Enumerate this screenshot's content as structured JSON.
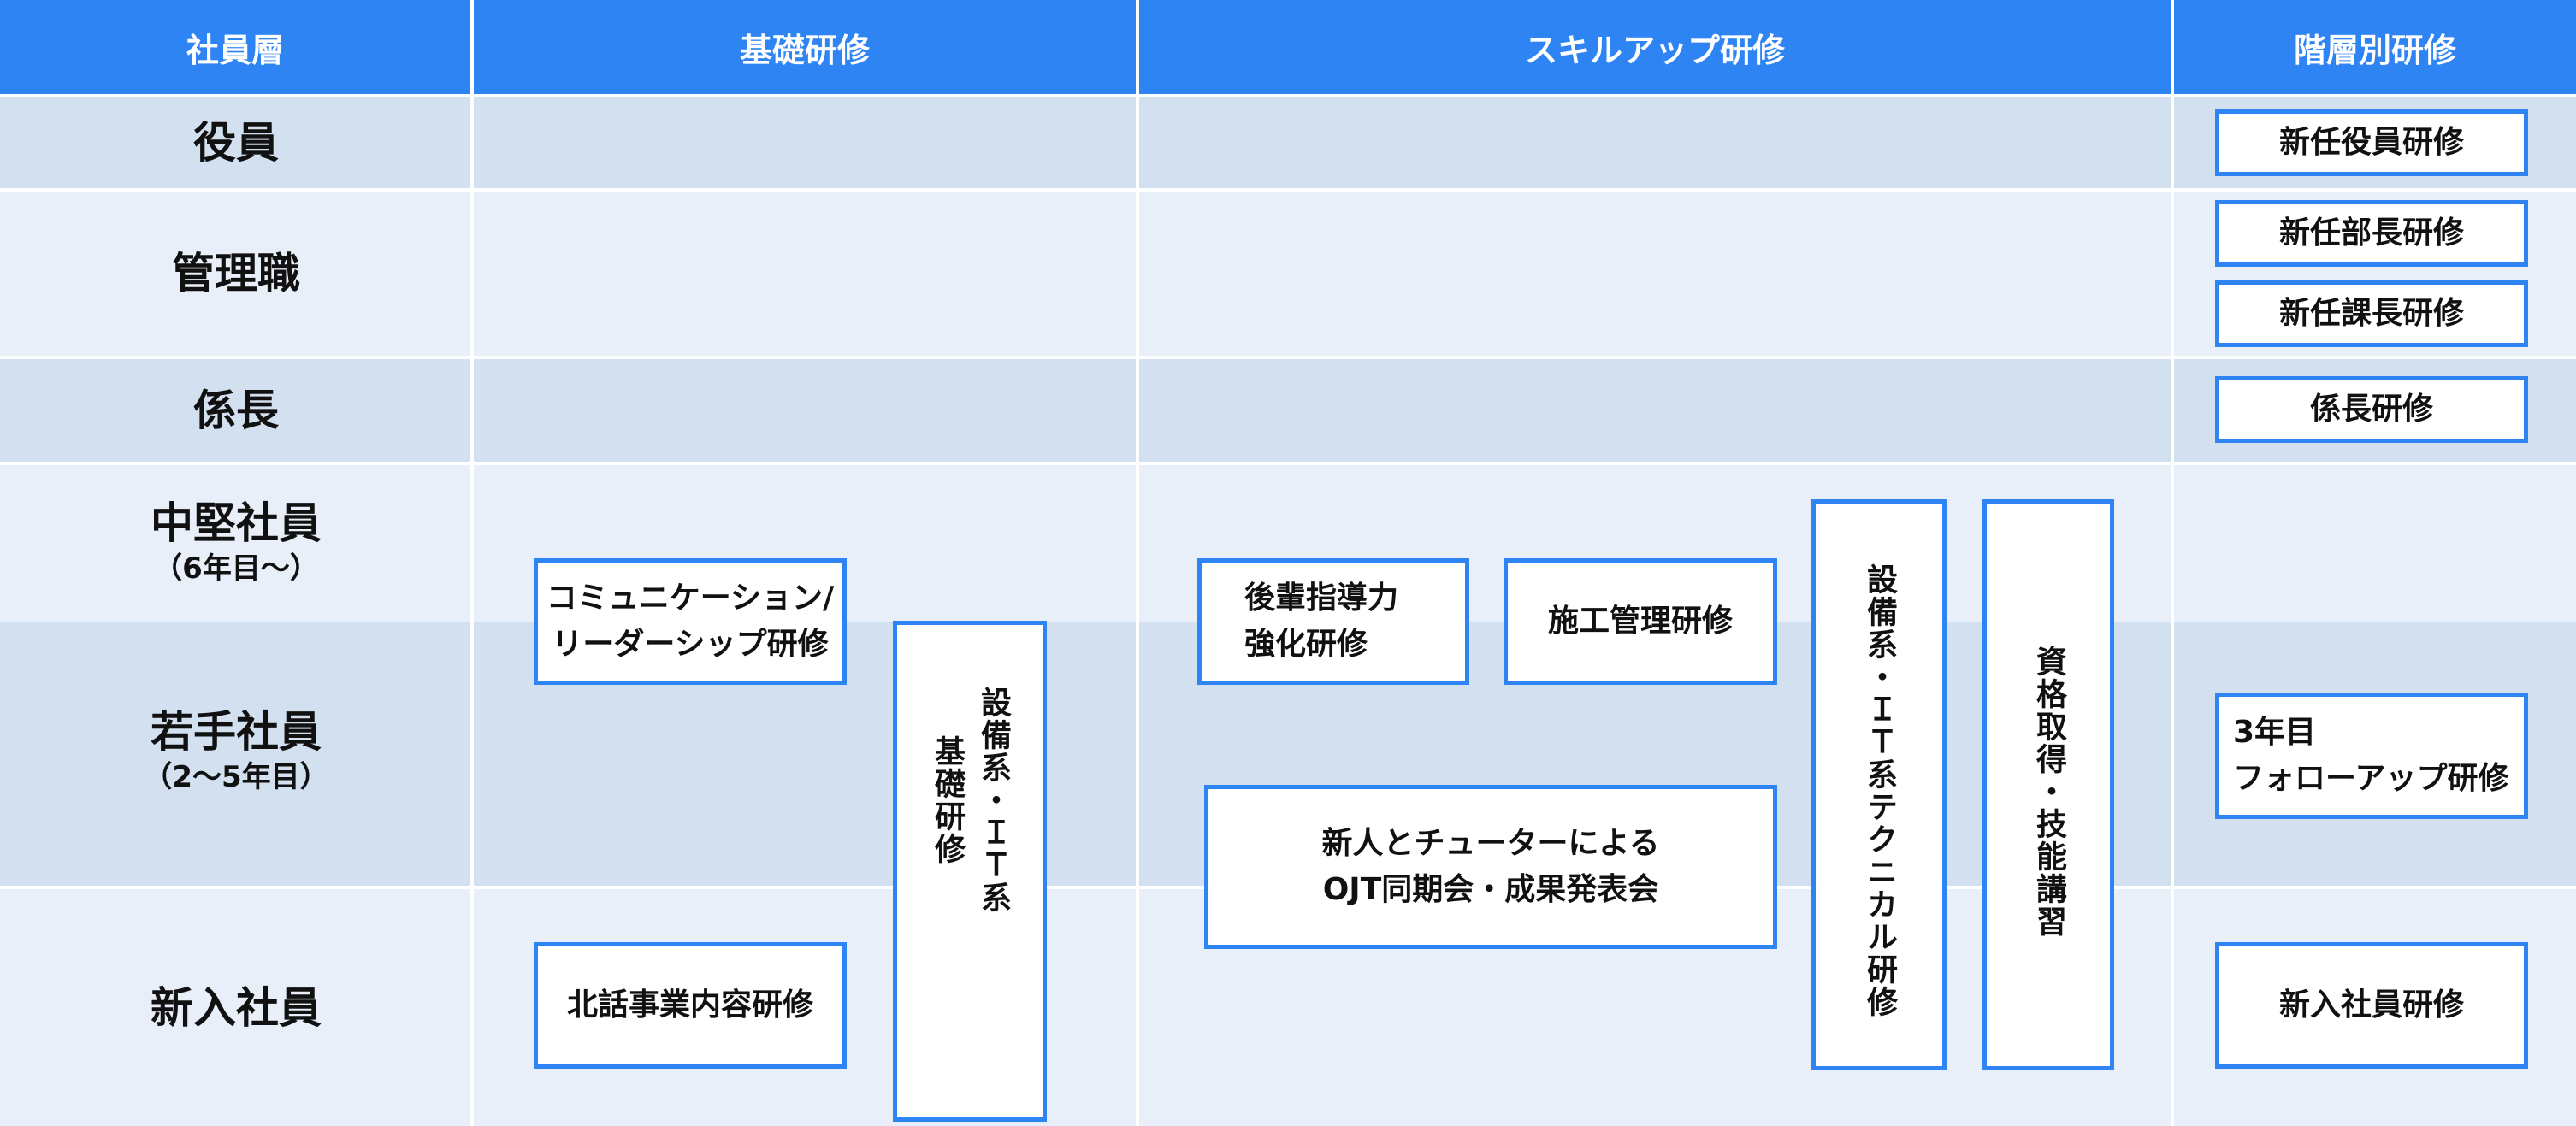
{
  "header": {
    "level": "社員層",
    "basic": "基礎研修",
    "skillup": "スキルアップ研修",
    "rank": "階層別研修"
  },
  "levels": {
    "officer": "役員",
    "manager": "管理職",
    "chief": "係長",
    "midlevel": "中堅社員",
    "midlevel_note": "（6年目～）",
    "young": "若手社員",
    "young_note": "（2～5年目）",
    "newhire": "新入社員"
  },
  "trainings": {
    "communication": "コミュニケーション/\nリーダーシップ研修",
    "company_business": "北話事業内容研修",
    "equipment_it_basic": "設備系・ＩＴ系\n基礎研修",
    "junior_guidance": "後輩指導力\n強化研修",
    "construction_mgmt": "施工管理研修",
    "ojt_meeting": "新人とチューターによる\nOJT同期会・成果発表会",
    "equipment_it_tech": "設備系・ＩＴ系テクニカル研修",
    "qualification": "資格取得・技能講習",
    "new_officer": "新任役員研修",
    "new_director": "新任部長研修",
    "new_section_chief": "新任課長研修",
    "chief_training": "係長研修",
    "third_year": "3年目\nフォローアップ研修",
    "newhire_training": "新入社員研修"
  },
  "colors": {
    "header": "#2f84f4",
    "row_dark": "#d3e0f0",
    "row_light": "#e9eff8",
    "box_border": "#2f84f4"
  }
}
